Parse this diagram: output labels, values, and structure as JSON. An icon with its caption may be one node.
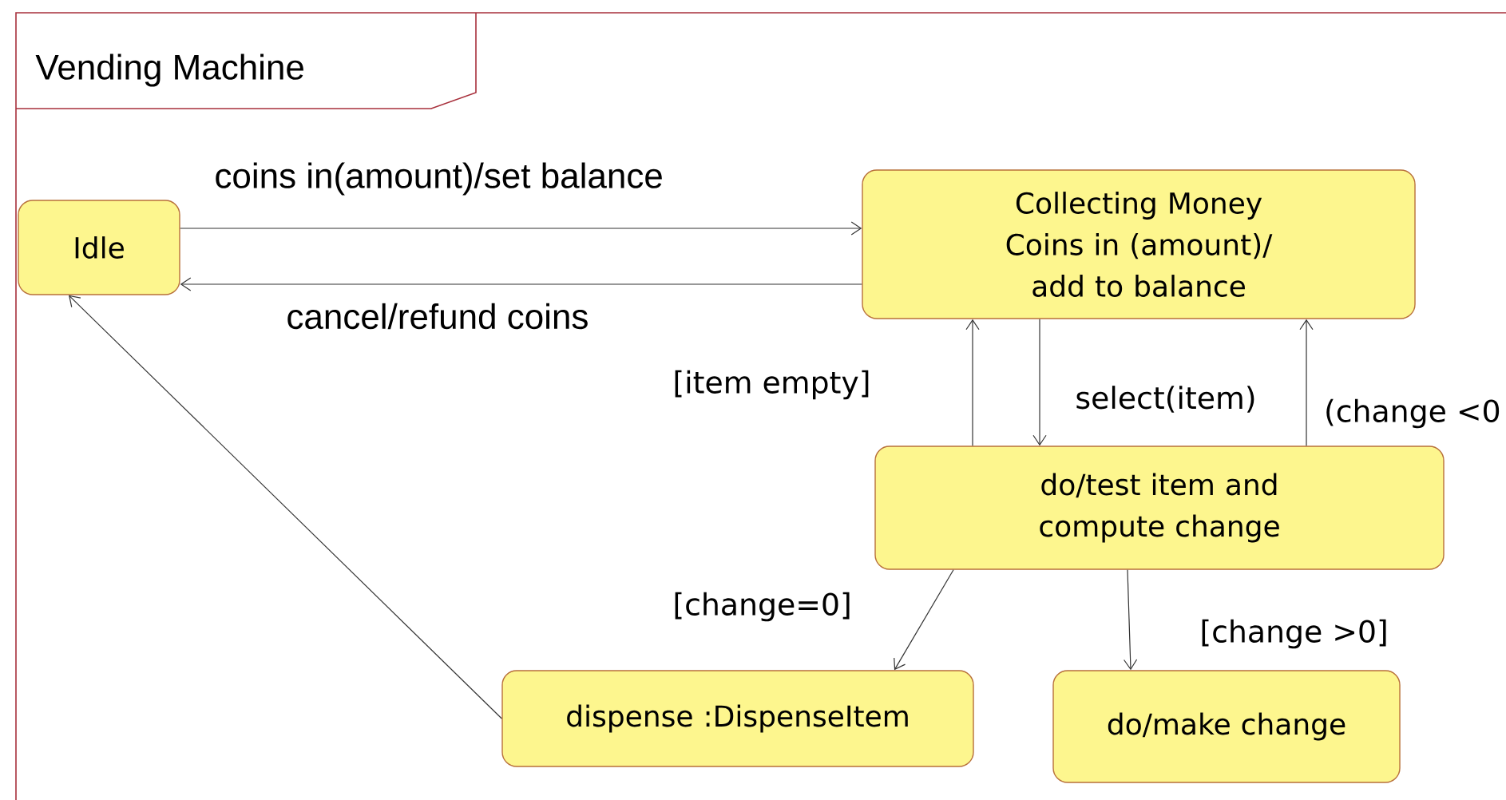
{
  "diagram": {
    "nodes": [
      {
        "text": [
          "Vending Machine"
        ]
      },
      {
        "text": [
          "Idle"
        ],
        "in": 0
      },
      {
        "text": [
          "Collecting Money",
          "Coins in (amount)/ add to balance"
        ],
        "in": 0
      },
      {
        "text": [
          "do/test item and compute change"
        ],
        "in": 0
      },
      {
        "text": [
          "dispense :DispenseItem"
        ],
        "in": 0
      },
      {
        "text": [
          "do/make change"
        ],
        "in": 0
      }
    ],
    "edges": [
      {
        "from": 1,
        "to": 2,
        "arrow": "to",
        "label": "coins  in(amount)/set balance"
      },
      {
        "from": 2,
        "to": 1,
        "arrow": "to",
        "label": "cancel/refund coins"
      },
      {
        "from": 3,
        "to": 2,
        "arrow": "to",
        "label": "[item empty]"
      },
      {
        "from": 2,
        "to": 3,
        "arrow": "to",
        "label": "select(item)"
      },
      {
        "from": 3,
        "to": 2,
        "arrow": "to",
        "label": "(change <0"
      },
      {
        "from": 3,
        "to": 4,
        "arrow": "to",
        "label": "[change=0]"
      },
      {
        "from": 3,
        "to": 5,
        "arrow": "to",
        "label": "[change >0]"
      },
      {
        "from": 4,
        "to": 1,
        "arrow": "to"
      }
    ]
  }
}
